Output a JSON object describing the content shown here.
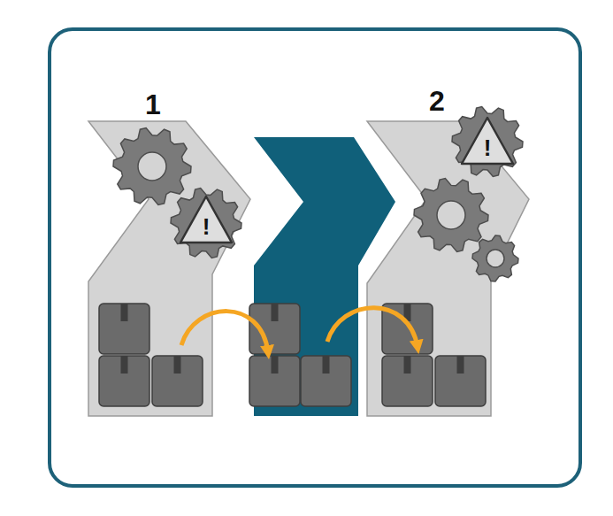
{
  "diagram": {
    "labels": [
      "1",
      "2",
      "!",
      "!"
    ]
  }
}
